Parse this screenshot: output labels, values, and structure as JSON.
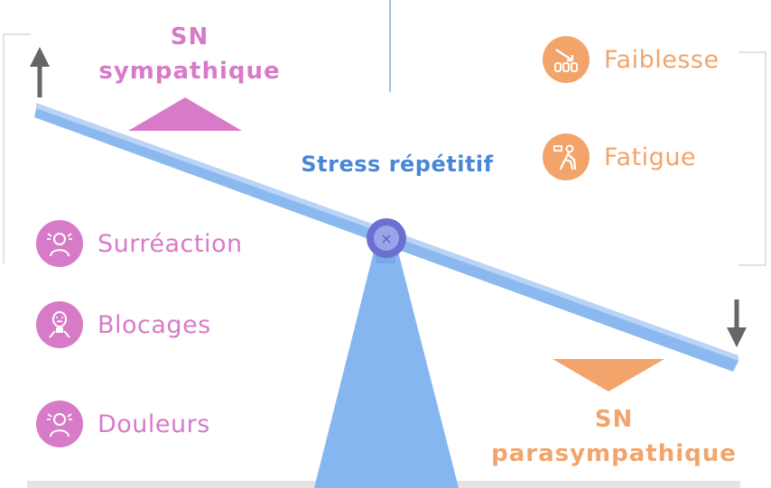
{
  "title_sympathique": {
    "line1": "SN",
    "line2": "sympathique"
  },
  "title_parasympathique": {
    "line1": "SN",
    "line2": "parasympathique"
  },
  "center_label": "Stress répétitif",
  "left_items": [
    {
      "label": "Surréaction",
      "icon": "stressed-person-icon"
    },
    {
      "label": "Blocages",
      "icon": "neck-pain-icon"
    },
    {
      "label": "Douleurs",
      "icon": "stressed-person-icon"
    }
  ],
  "right_items": [
    {
      "label": "Faiblesse",
      "icon": "declining-battery-icon"
    },
    {
      "label": "Fatigue",
      "icon": "exhausted-person-icon"
    }
  ],
  "colors": {
    "pink": "#d77bc8",
    "orange": "#f2a46b",
    "beam": "#8cb8f0",
    "base": "#86b6f0",
    "pivot": "#6a6fd0",
    "arrow": "#666666"
  }
}
